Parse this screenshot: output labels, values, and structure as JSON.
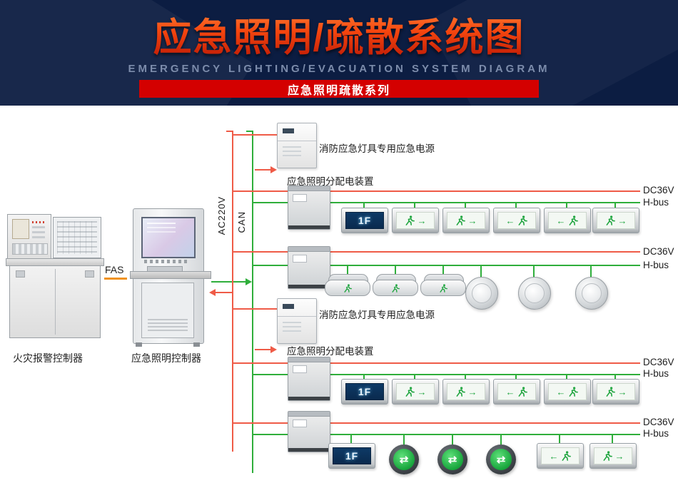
{
  "header": {
    "title": "应急照明/疏散系统图",
    "subtitle": "EMERGENCY  LIGHTING/EVACUATION  SYSTEM  DIAGRAM",
    "banner": "应急照明疏散系列"
  },
  "devices": {
    "fire_alarm_console_label": "火灾报警控制器",
    "lighting_controller_label": "应急照明控制器",
    "power_supply_label": "消防应急灯具专用应急电源",
    "distribution_label": "应急照明分配电装置"
  },
  "bus": {
    "fas": "FAS",
    "ac220v": "AC220V",
    "can": "CAN",
    "dc36v": "DC36V",
    "hbus": "H-bus"
  },
  "signs": {
    "floor": "1F"
  },
  "icons": {
    "running_man": "svg-shape",
    "arrow_left": "←",
    "arrow_right": "→",
    "double_arrow": "⇄"
  },
  "colors": {
    "header_bg": "#0c1d42",
    "title_top": "#ff8a3c",
    "title_bottom": "#b81605",
    "banner_red": "#d40000",
    "line_red": "#ef5b47",
    "line_green": "#2fae3b",
    "line_orange": "#f0921e",
    "sign_green": "#1fa53f"
  }
}
